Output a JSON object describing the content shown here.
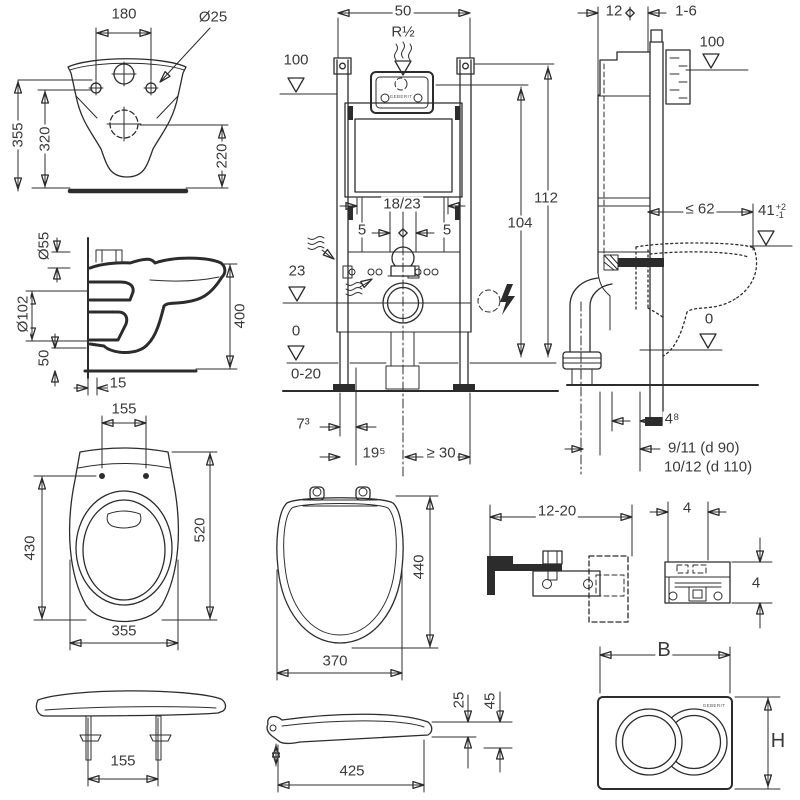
{
  "meta": {
    "background": "#ffffff",
    "line_color": "#2c2c2c",
    "text_color": "#3a3a3a"
  },
  "labels": {
    "bowl_rear": {
      "w180": "180",
      "hole_dia": "Ø25",
      "h355": "355",
      "h320": "320",
      "h220": "220"
    },
    "bowl_side": {
      "d55": "Ø55",
      "d102": "Ø102",
      "h50": "50",
      "h400": "400",
      "w15": "15"
    },
    "bowl_top": {
      "w155": "155",
      "h430": "430",
      "h520": "520",
      "w355": "355"
    },
    "frame_front": {
      "w50": "50",
      "supply": "R½",
      "lvl100": "100",
      "logo": "GEBERIT",
      "mid": "18/23",
      "off5l": "5",
      "off5r": "5",
      "h23": "23",
      "h112": "112",
      "h104": "104",
      "lvl0": "0",
      "range": "0-20",
      "d73": "7³",
      "d195": "19⁵",
      "d30": "≥ 30"
    },
    "frame_side": {
      "d12": "12",
      "gap": "1-6",
      "lvl100": "100",
      "d62": "≤ 62",
      "h41": "41",
      "tol_plus": "+2",
      "tol_minus": "-1",
      "lvl0": "0",
      "d48": "4⁸",
      "outlet90": "9/11  (d 90)",
      "outlet110": "10/12 (d 110)"
    },
    "seat_top": {
      "h440": "440",
      "w370": "370"
    },
    "bracket_side": {
      "w": "12-20"
    },
    "bracket_front": {
      "w4": "4",
      "h4": "4"
    },
    "flush_plate": {
      "wB": "B",
      "hH": "H",
      "logo": "GEBERIT"
    },
    "seat_side": {
      "w155": "155"
    },
    "seat_profile": {
      "w425": "425",
      "t25": "25",
      "t45": "45"
    }
  }
}
